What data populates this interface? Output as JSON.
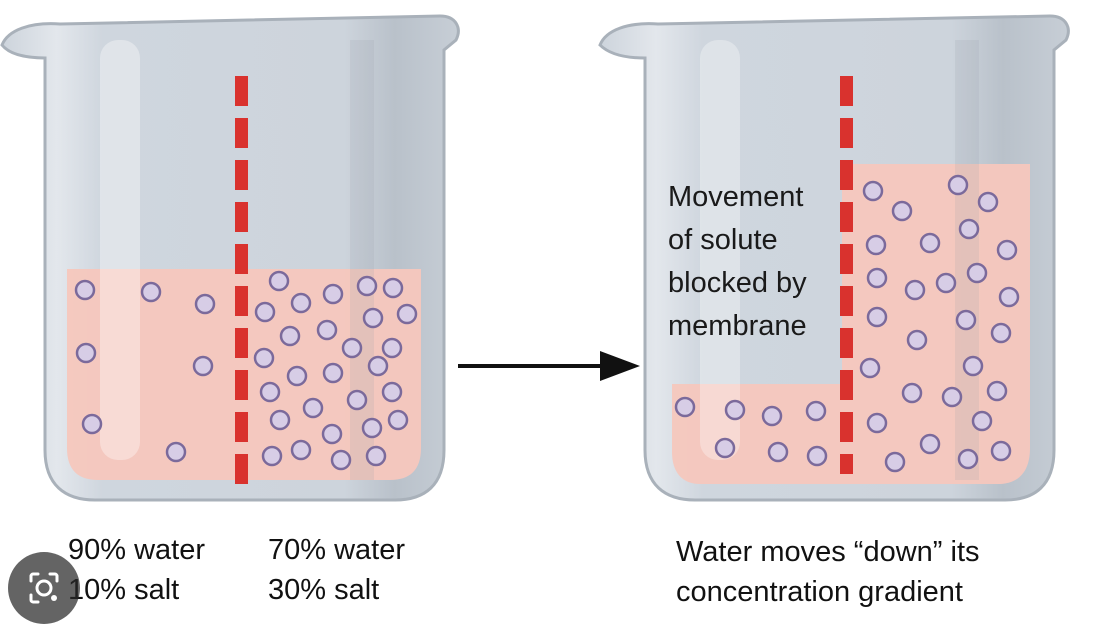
{
  "diagram": {
    "left_beaker": {
      "caption_left": {
        "line1": "90% water",
        "line2": "10% salt"
      },
      "caption_right": {
        "line1": "70% water",
        "line2": "30% salt"
      }
    },
    "right_beaker": {
      "note": {
        "line1": "Movement",
        "line2": "of solute",
        "line3": "blocked by",
        "line4": "membrane"
      },
      "caption": {
        "line1": "Water moves “down” its",
        "line2": "concentration gradient"
      }
    },
    "arrow_icon": "right-arrow",
    "membrane_icon": "dashed-membrane",
    "badge_icon": "lens-icon"
  },
  "colors": {
    "beaker_glass": "#c9d0d8",
    "beaker_rim": "#b7bec7",
    "solution": "#f5c7bd",
    "membrane": "#d9322e",
    "particle_fill": "#d7cde6",
    "particle_stroke": "#7b6a9b",
    "arrow": "#111111"
  }
}
